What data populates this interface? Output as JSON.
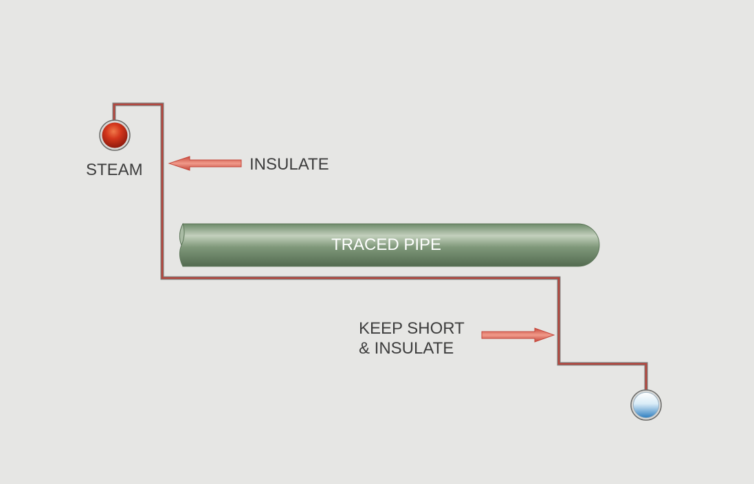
{
  "labels": {
    "steam": "STEAM",
    "insulate": "INSULATE",
    "traced_pipe": "TRACED PIPE",
    "keep_short_line1": "KEEP SHORT",
    "keep_short_line2": "& INSULATE"
  },
  "colors": {
    "background": "#e6e6e4",
    "tracer_line": "#b5453c",
    "arrow": "#d9574a",
    "pipe": "#6f8a6c",
    "steam_ball": "#c8301c",
    "condensate_ball": "#4a8fc4",
    "text": "#3d3d3d"
  }
}
